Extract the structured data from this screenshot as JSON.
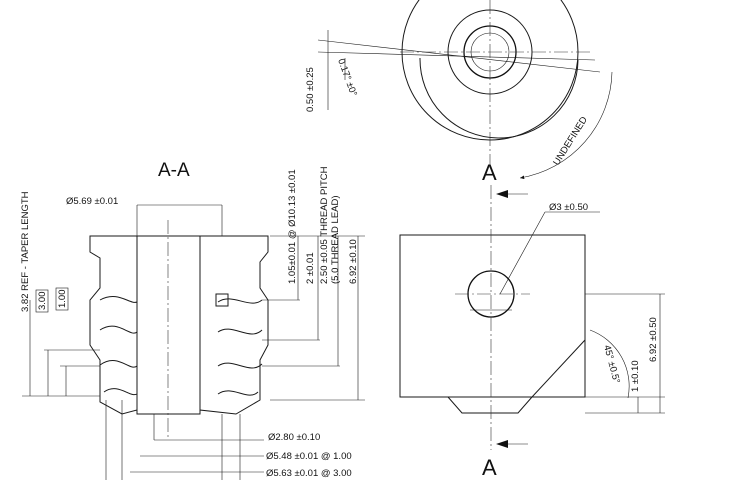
{
  "section_title": "A-A",
  "section_marks": {
    "top": "A",
    "bottom": "A"
  },
  "dims": {
    "outer_dia": "Ø5.69 ±0.01",
    "taper_length": "3.82 REF - TAPER LENGTH",
    "box_300": "3.00",
    "box_100": "1.00",
    "dia_1013": "1.05±0.01 @ Ø10.13 ±0.01",
    "len_2": "2 ±0.01",
    "thread_pitch": "2.50 ±0.05 THREAD PITCH",
    "thread_lead": "(5.0 THREAD LEAD)",
    "length_692": "6.92 ±0.10",
    "bore_dia": "Ø2.80 ±0.10",
    "dia_548": "Ø5.48 ±0.01 @ 1.00",
    "dia_563": "Ø5.63 ±0.01 @ 3.00",
    "top_050": "0.50 ±0.25",
    "top_angle": "0.17° ±0°",
    "undefined": "UNDEFINED",
    "hole_dia": "Ø3 ±0.50",
    "chamfer_angle": "45° ±0.5°",
    "side_1": "1 ±0.10",
    "side_692": "6.92 ±0.50"
  }
}
